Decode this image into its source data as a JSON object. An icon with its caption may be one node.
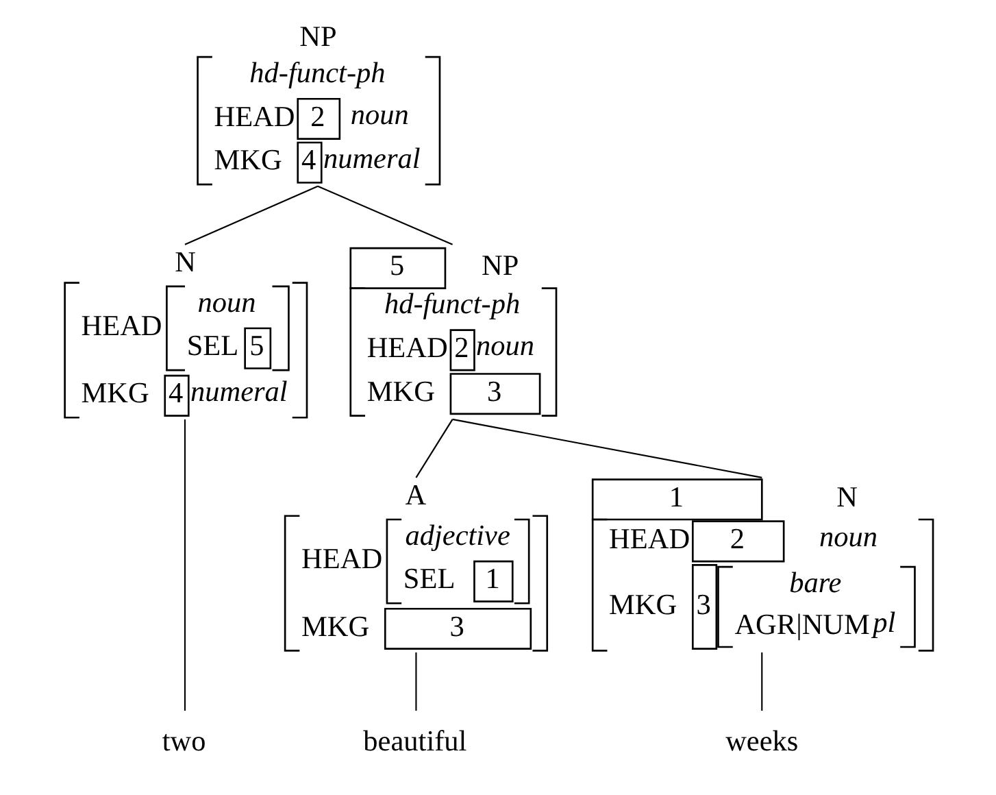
{
  "diagram": {
    "nodes": [
      {
        "text": [
          "NP",
          "hd-funct-ph",
          "HEAD",
          "2",
          "noun",
          "MKG",
          "4",
          "numeral"
        ]
      },
      {
        "text": [
          "N",
          "HEAD",
          "noun",
          "SEL",
          "5",
          "MKG",
          "4",
          "numeral"
        ]
      },
      {
        "text": [
          "5",
          "NP",
          "hd-funct-ph",
          "HEAD",
          "2",
          "noun",
          "MKG",
          "3"
        ]
      },
      {
        "text": [
          "A",
          "HEAD",
          "adjective",
          "SEL",
          "1",
          "MKG",
          "3"
        ]
      },
      {
        "text": [
          "1",
          "N",
          "HEAD",
          "2",
          "noun",
          "MKG",
          "3",
          "bare",
          "AGR|NUM",
          "pl"
        ]
      },
      {
        "text": [
          "two"
        ]
      },
      {
        "text": [
          "beautiful"
        ]
      },
      {
        "text": [
          "weeks"
        ]
      }
    ],
    "edges": [
      {
        "from": 0,
        "to": 1,
        "arrow": "none"
      },
      {
        "from": 0,
        "to": 2,
        "arrow": "none"
      },
      {
        "from": 2,
        "to": 3,
        "arrow": "none"
      },
      {
        "from": 2,
        "to": 4,
        "arrow": "none"
      },
      {
        "from": 1,
        "to": 5,
        "arrow": "none"
      },
      {
        "from": 3,
        "to": 6,
        "arrow": "none"
      },
      {
        "from": 4,
        "to": 7,
        "arrow": "none"
      }
    ]
  }
}
